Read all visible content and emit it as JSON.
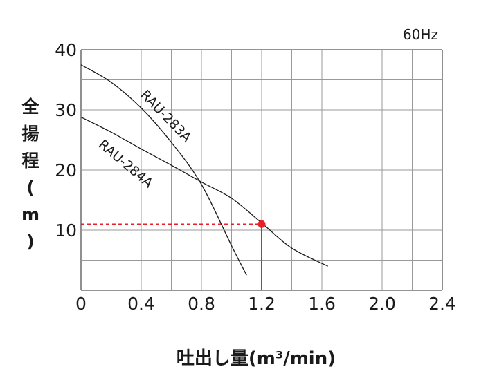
{
  "chart_data": {
    "type": "line",
    "frequency_note": "60Hz",
    "xlabel": "吐出し量(m³/min)",
    "ylabel": "全揚程(m)",
    "xlim": [
      0,
      2.4
    ],
    "ylim": [
      0,
      40
    ],
    "x_ticks": [
      0,
      0.2,
      0.4,
      0.6,
      0.8,
      1.0,
      1.2,
      1.4,
      1.6,
      1.8,
      2.0,
      2.2,
      2.4
    ],
    "y_ticks": [
      0,
      5,
      10,
      15,
      20,
      25,
      30,
      35,
      40
    ],
    "x_tick_labels": [
      {
        "value": 0,
        "label": "0"
      },
      {
        "value": 0.4,
        "label": "0.4"
      },
      {
        "value": 0.8,
        "label": "0.8"
      },
      {
        "value": 1.2,
        "label": "1.2"
      },
      {
        "value": 1.6,
        "label": "1.6"
      },
      {
        "value": 2.0,
        "label": "2.0"
      },
      {
        "value": 2.4,
        "label": "2.4"
      }
    ],
    "y_tick_labels": [
      {
        "value": 40,
        "label": "40"
      },
      {
        "value": 30,
        "label": "30"
      },
      {
        "value": 20,
        "label": "20"
      },
      {
        "value": 10,
        "label": "10"
      }
    ],
    "grid": true,
    "series": [
      {
        "name": "RAU-283A",
        "color": "#1a1a1a",
        "points": [
          [
            0,
            37.5
          ],
          [
            0.2,
            34.6
          ],
          [
            0.4,
            30.3
          ],
          [
            0.6,
            24.6
          ],
          [
            0.8,
            17.6
          ],
          [
            1.0,
            7.4
          ],
          [
            1.1,
            2.5
          ]
        ]
      },
      {
        "name": "RAU-284A",
        "color": "#1a1a1a",
        "points": [
          [
            0,
            28.8
          ],
          [
            0.2,
            26.3
          ],
          [
            0.4,
            23.5
          ],
          [
            0.6,
            20.8
          ],
          [
            0.8,
            18.0
          ],
          [
            1.0,
            15.3
          ],
          [
            1.2,
            11.2
          ],
          [
            1.4,
            7.0
          ],
          [
            1.64,
            4.0
          ]
        ]
      }
    ],
    "operating_point": {
      "x": 1.2,
      "y": 11,
      "color": "#e8202a"
    }
  }
}
